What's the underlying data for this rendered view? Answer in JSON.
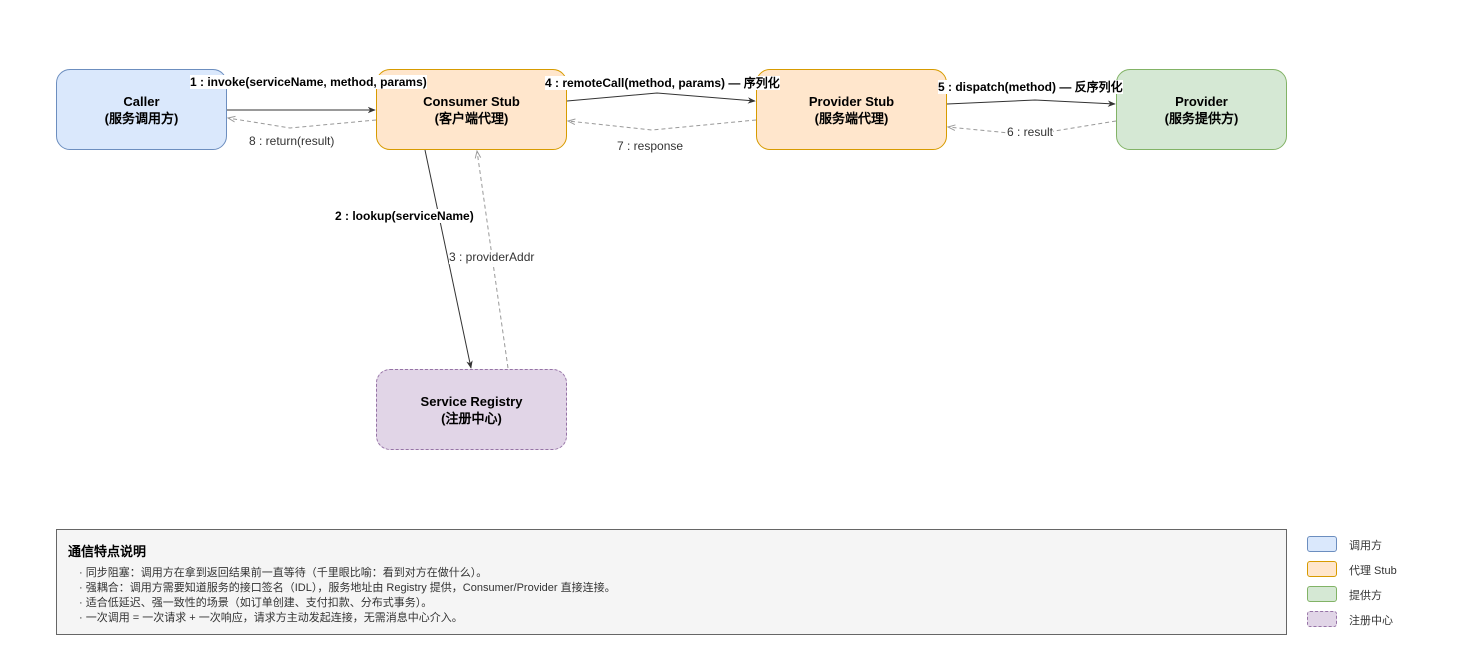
{
  "nodes": {
    "caller": {
      "title": "Caller",
      "subtitle": "(服务调用方)"
    },
    "consumer": {
      "title": "Consumer Stub",
      "subtitle": "(客户端代理)"
    },
    "pstub": {
      "title": "Provider Stub",
      "subtitle": "(服务端代理)"
    },
    "provider": {
      "title": "Provider",
      "subtitle": "(服务提供方)"
    },
    "registry": {
      "title": "Service Registry",
      "subtitle": "(注册中心)"
    }
  },
  "edges": {
    "e1": {
      "label": "1 : invoke(serviceName, method, params)",
      "kind": "request"
    },
    "e2": {
      "label": "2 : lookup(serviceName)",
      "kind": "request"
    },
    "e3": {
      "label": "3 : providerAddr",
      "kind": "response"
    },
    "e4": {
      "label": "4 : remoteCall(method, params) — 序列化",
      "kind": "request"
    },
    "e5": {
      "label": "5 : dispatch(method) — 反序列化",
      "kind": "request"
    },
    "e6": {
      "label": "6 : result",
      "kind": "response"
    },
    "e7": {
      "label": "7 : response",
      "kind": "response"
    },
    "e8": {
      "label": "8 : return(result)",
      "kind": "response"
    }
  },
  "notes": {
    "title": "通信特点说明",
    "items": [
      "· 同步阻塞：调用方在拿到返回结果前一直等待（千里眼比喻：看到对方在做什么）。",
      "· 强耦合：调用方需要知道服务的接口签名（IDL），服务地址由 Registry 提供，Consumer/Provider 直接连接。",
      "· 适合低延迟、强一致性的场景（如订单创建、支付扣款、分布式事务）。",
      "· 一次调用 = 一次请求 + 一次响应，请求方主动发起连接，无需消息中心介入。"
    ]
  },
  "legend": [
    {
      "label": "调用方",
      "fill": "#dae8fc",
      "stroke": "#6c8ebf"
    },
    {
      "label": "代理 Stub",
      "fill": "#ffe6cc",
      "stroke": "#d79b00"
    },
    {
      "label": "提供方",
      "fill": "#d5e8d4",
      "stroke": "#82b366"
    },
    {
      "label": "注册中心",
      "fill": "#e1d5e7",
      "stroke": "#9673a6"
    }
  ],
  "colors": {
    "request_line": "#333333",
    "response_line": "#999999"
  }
}
